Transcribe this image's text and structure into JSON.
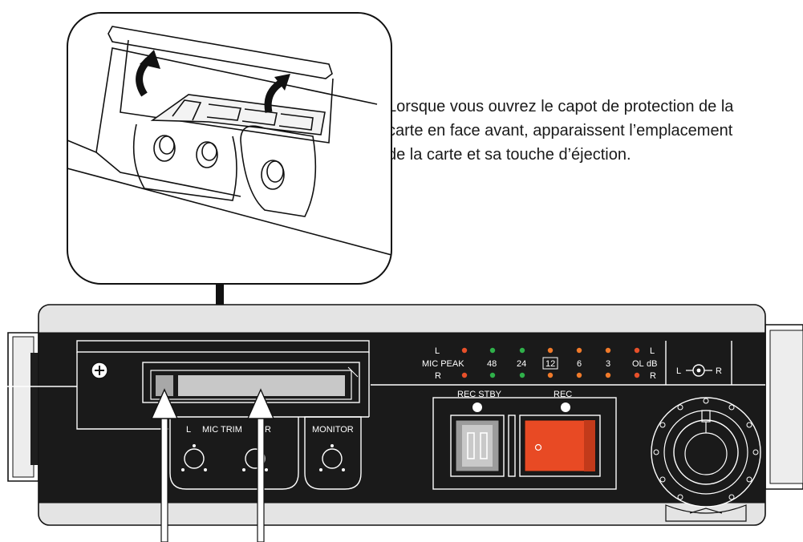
{
  "caption": {
    "lines": [
      "Lorsque vous ouvrez le capot de protection de la",
      "carte en face avant, apparaissent l’emplacement",
      "de la carte et sa touche d’éjection."
    ]
  },
  "panel": {
    "meter": {
      "left_channel": "L",
      "right_channel": "R",
      "mic_peak": "MIC PEAK",
      "scale": [
        "48",
        "24",
        "12",
        "6",
        "3",
        "OL"
      ],
      "unit": "dB",
      "right_l": "L",
      "right_r": "R",
      "colors": {
        "red": "#e8502a",
        "green": "#2fb04a",
        "orange": "#f07a2a"
      }
    },
    "stereo_out": {
      "left": "L",
      "right": "R"
    },
    "rec_stby_label": "REC STBY",
    "rec_label": "REC",
    "mic_trim": {
      "left": "L",
      "label": "MIC TRIM",
      "right": "R"
    },
    "monitor_label": "MONITOR",
    "rec_button_color": "#e84a24"
  }
}
